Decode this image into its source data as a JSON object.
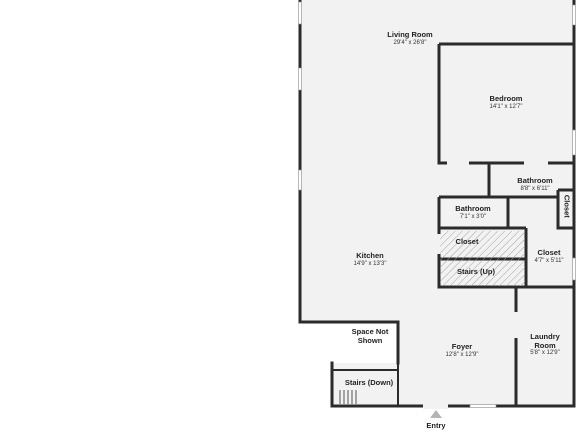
{
  "rooms": {
    "living_room": {
      "name": "Living Room",
      "dims": "29'4\" x 26'8\""
    },
    "bedroom": {
      "name": "Bedroom",
      "dims": "14'1\" x 12'7\""
    },
    "bathroom_1": {
      "name": "Bathroom",
      "dims": "8'8\" x 6'11\""
    },
    "bathroom_2": {
      "name": "Bathroom",
      "dims": "7'1\" x 3'0\""
    },
    "closet_1": {
      "name": "Closet"
    },
    "closet_2": {
      "name": "Closet"
    },
    "closet_3": {
      "name": "Closet",
      "dims": "4'7\" x 5'11\""
    },
    "kitchen": {
      "name": "Kitchen",
      "dims": "14'9\" x 13'3\""
    },
    "stairs_up": {
      "name": "Stairs (Up)"
    },
    "space_not_shown": {
      "name": "Space Not Shown"
    },
    "foyer": {
      "name": "Foyer",
      "dims": "12'8\" x 12'9\""
    },
    "laundry_room": {
      "name": "Laundry Room",
      "dims": "5'8\" x 12'9\""
    },
    "stairs_down": {
      "name": "Stairs (Down)"
    }
  },
  "entry_label": "Entry",
  "colors": {
    "floor": "#f2f2f2",
    "wall": "#2b2b2b",
    "window": "#cfcfcf"
  }
}
